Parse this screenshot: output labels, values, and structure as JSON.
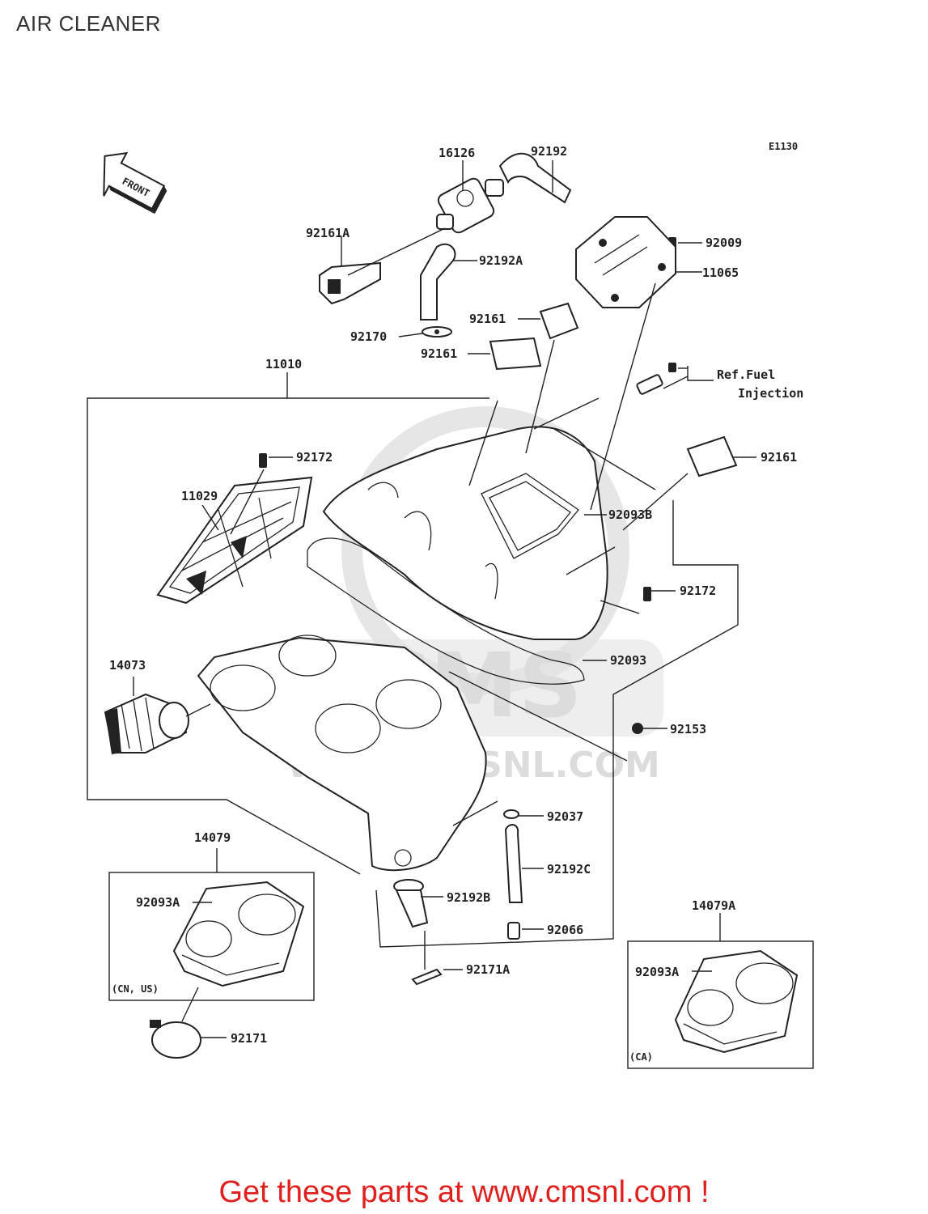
{
  "title": "AIR CLEANER",
  "diagram_code": "E1130",
  "front_label": "FRONT",
  "part_labels": {
    "p16126": "16126",
    "p92192": "92192",
    "p92161A": "92161A",
    "p92192A": "92192A",
    "p92009": "92009",
    "p11065": "11065",
    "p92161_a": "92161",
    "p92170": "92170",
    "p92161_b": "92161",
    "p11010": "11010",
    "p92161_c": "92161",
    "p92172_a": "92172",
    "p11029": "11029",
    "p92093B": "92093B",
    "p92172_b": "92172",
    "p14073": "14073",
    "p92093": "92093",
    "p92153": "92153",
    "p92037": "92037",
    "p14079": "14079",
    "p92093A_a": "92093A",
    "p92192C": "92192C",
    "p92192B": "92192B",
    "p92066": "92066",
    "p14079A": "14079A",
    "p92171A": "92171A",
    "p92093A_b": "92093A",
    "p92171": "92171"
  },
  "ref_line1": "Ref.Fuel",
  "ref_line2": "Injection",
  "variant_cn_us": "(CN, US)",
  "variant_ca": "(CA)",
  "watermark_text": "WWW.CMSNL.COM",
  "watermark_logo": "CMS",
  "footer": "Get these parts at www.cmsnl.com !"
}
